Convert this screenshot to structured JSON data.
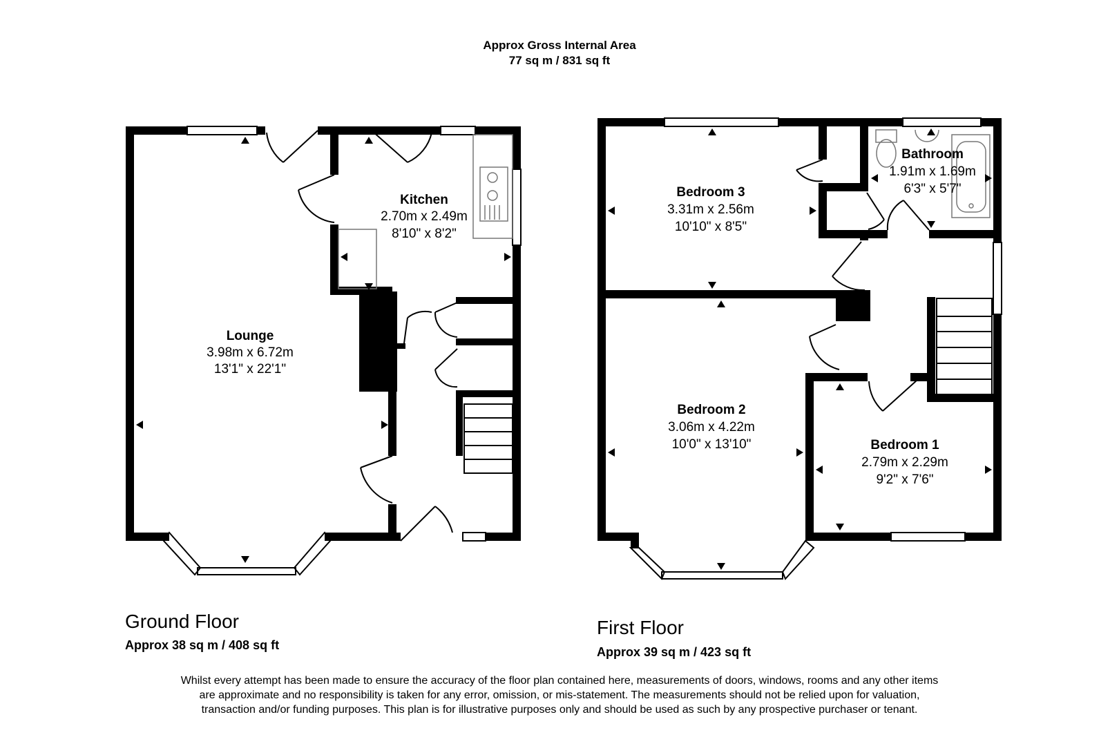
{
  "header": {
    "title": "Approx Gross Internal Area",
    "area": "77 sq m / 831 sq ft"
  },
  "floors": {
    "ground": {
      "title": "Ground Floor",
      "area": "Approx 38 sq m / 408 sq ft",
      "rooms": {
        "lounge": {
          "name": "Lounge",
          "metric": "3.98m x 6.72m",
          "imperial": "13'1\" x 22'1\""
        },
        "kitchen": {
          "name": "Kitchen",
          "metric": "2.70m x 2.49m",
          "imperial": "8'10\" x 8'2\""
        }
      }
    },
    "first": {
      "title": "First Floor",
      "area": "Approx 39 sq m / 423 sq ft",
      "rooms": {
        "bedroom3": {
          "name": "Bedroom 3",
          "metric": "3.31m x 2.56m",
          "imperial": "10'10\" x 8'5\""
        },
        "bathroom": {
          "name": "Bathroom",
          "metric": "1.91m x 1.69m",
          "imperial": "6'3\" x 5'7\""
        },
        "bedroom2": {
          "name": "Bedroom 2",
          "metric": "3.06m x 4.22m",
          "imperial": "10'0\" x 13'10\""
        },
        "bedroom1": {
          "name": "Bedroom 1",
          "metric": "2.79m x 2.29m",
          "imperial": "9'2\" x 7'6\""
        }
      }
    }
  },
  "disclaimer": "Whilst every attempt has been made to ensure the accuracy of the floor plan contained here, measurements of doors, windows, rooms and any other items are approximate and no responsibility is taken for any error, omission, or mis-statement. The measurements should not be relied upon for valuation, transaction and/or funding purposes. This plan is for illustrative purposes only and should be used as such by any prospective purchaser or tenant."
}
